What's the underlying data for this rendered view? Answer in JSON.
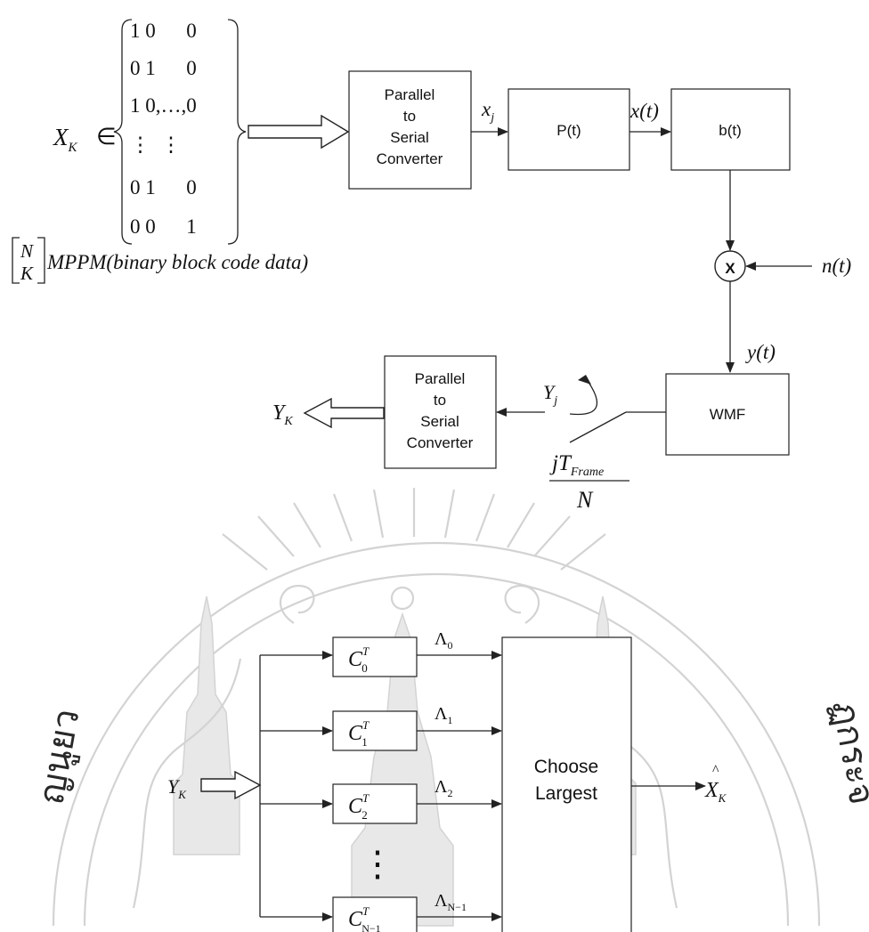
{
  "transmitter": {
    "source_symbol": "X",
    "source_sub": "K",
    "element_of": "∈",
    "matrix_rows": [
      "1 0      0",
      "0 1      0",
      "1 0,…,0",
      "⋮  ⋮",
      "0 1      0",
      "0 0      1"
    ],
    "code_note_top": "N",
    "code_note_bottom": "K",
    "code_note": "MPPM",
    "code_note_paren": "(binary block code data)",
    "ps_converter": [
      "Parallel",
      "to",
      "Serial",
      "Converter"
    ],
    "xj_label": "x",
    "xj_sub": "j",
    "pulse_block": "P(t)",
    "xt_label": "x(t)",
    "channel_block": "b(t)",
    "multiplier": "X",
    "noise_label": "n(t)"
  },
  "receiver": {
    "yt_label": "y(t)",
    "filter_block": "WMF",
    "yj_label": "Y",
    "yj_sub": "j",
    "sample_num": "jT",
    "sample_num_sub": "Frame",
    "sample_den": "N",
    "ps_converter": [
      "Parallel",
      "to",
      "Serial",
      "Converter"
    ],
    "output_label": "Y",
    "output_sub": "K"
  },
  "detector": {
    "input_label": "Y",
    "input_sub": "K",
    "correlators": [
      {
        "base": "C",
        "sup": "T",
        "sub": "0",
        "lambda": "Λ",
        "lambda_sub": "0"
      },
      {
        "base": "C",
        "sup": "T",
        "sub": "1",
        "lambda": "Λ",
        "lambda_sub": "1"
      },
      {
        "base": "C",
        "sup": "T",
        "sub": "2",
        "lambda": "Λ",
        "lambda_sub": "2"
      },
      {
        "base": "C",
        "sup": "T",
        "sub": "N−1",
        "lambda": "Λ",
        "lambda_sub": "N−1"
      }
    ],
    "dots": "⋮",
    "decision_block": [
      "Choose",
      "Largest"
    ],
    "output_label": "X",
    "output_hat": "^",
    "output_sub": "K"
  },
  "watermark": {
    "left_text": "ญนูยว",
    "right_text": "ฏกระจ"
  }
}
